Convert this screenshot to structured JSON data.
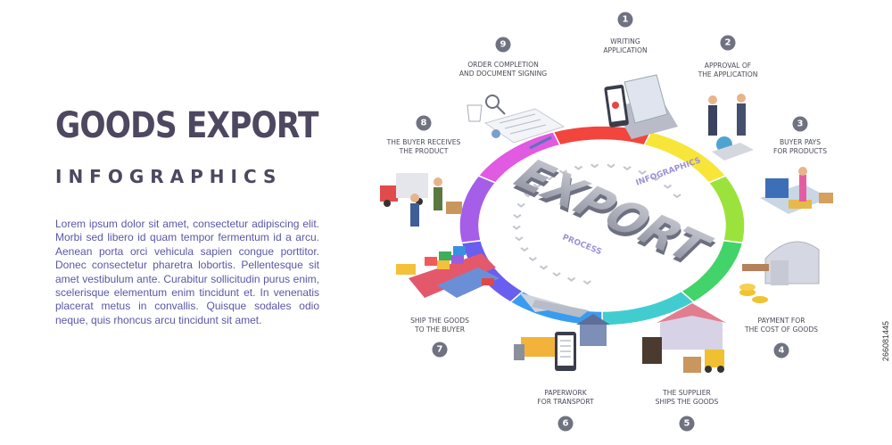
{
  "header": {
    "title": "GOODS EXPORT",
    "subtitle": "INFOGRAPHICS"
  },
  "description": "Lorem ipsum dolor sit amet, consectetur adipiscing elit. Morbi sed libero id quam tempor fermentum id a arcu. Aenean porta orci vehicula sapien congue porttitor. Donec consectetur pharetra lobortis. Pellentesque sit amet vestibulum ante. Curabitur sollicitudin purus enim, scelerisque elementum enim tincidunt et. In venenatis placerat metus in convallis. Quisque sodales odio neque, quis rhoncus arcu tincidunt sit amet.",
  "center": {
    "main_word": "EXPORT",
    "arc_top": "INFOGRAPHICS",
    "arc_bottom": "PROCESS"
  },
  "steps": [
    {
      "number": "1",
      "line1": "WRITING",
      "line2": "APPLICATION"
    },
    {
      "number": "2",
      "line1": "APPROVAL OF",
      "line2": "THE APPLICATION"
    },
    {
      "number": "3",
      "line1": "BUYER PAYS",
      "line2": "FOR PRODUCTS"
    },
    {
      "number": "4",
      "line1": "PAYMENT FOR",
      "line2": "THE COST OF GOODS"
    },
    {
      "number": "5",
      "line1": "THE SUPPLIER",
      "line2": "SHIPS THE GOODS"
    },
    {
      "number": "6",
      "line1": "PAPERWORK",
      "line2": "FOR TRANSPORT"
    },
    {
      "number": "7",
      "line1": "SHIP THE GOODS",
      "line2": "TO THE BUYER"
    },
    {
      "number": "8",
      "line1": "THE BUYER RECEIVES",
      "line2": "THE PRODUCT"
    },
    {
      "number": "9",
      "line1": "ORDER COMPLETION",
      "line2": "AND DOCUMENT SIGNING"
    }
  ],
  "ring_colors": [
    "#f2453d",
    "#f7e53a",
    "#9be33c",
    "#42d36a",
    "#41cdd0",
    "#3a9cf0",
    "#6a5ef0",
    "#a45ee8",
    "#e05ae2"
  ],
  "icons": [
    "tablet-laptop-icon",
    "handshake-globe-icon",
    "payment-terminal-icon",
    "coins-hangar-icon",
    "warehouse-forklift-icon",
    "truck-plane-document-icon",
    "cargo-ship-icon",
    "delivery-truck-people-icon",
    "coffee-document-signing-icon"
  ],
  "stock_id": "266081445"
}
